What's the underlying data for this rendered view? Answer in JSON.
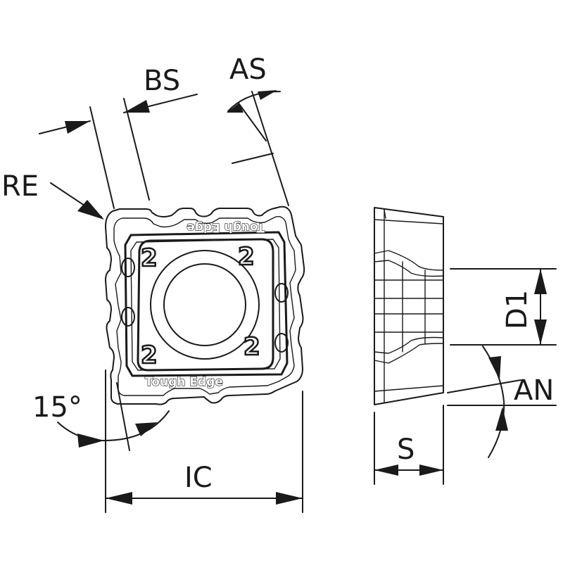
{
  "labels": {
    "bs": "BS",
    "as": "AS",
    "re": "RE",
    "d1": "D1",
    "an": "AN",
    "s": "S",
    "ic": "IC",
    "angle": "15°"
  },
  "insert_markings": {
    "corner_number": "2",
    "brand_text": "Tough Edge"
  }
}
